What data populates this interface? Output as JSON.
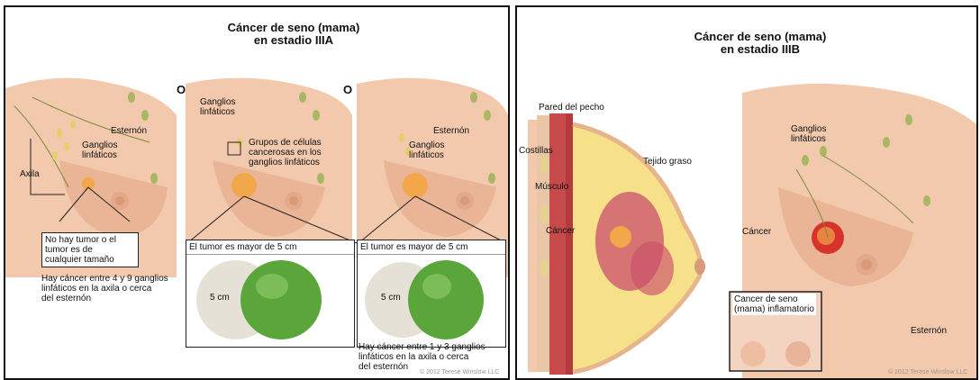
{
  "panel_a": {
    "title_line1": "Cáncer de seno (mama)",
    "title_line2": "en estadio IIIA",
    "or1": "O",
    "or2": "O",
    "fig1": {
      "esternon": "Esternón",
      "ganglios_line1": "Ganglios",
      "ganglios_line2": "linfáticos",
      "axila": "Axila",
      "tumor_box_line1": "No hay tumor o el",
      "tumor_box_line2": "tumor es de",
      "tumor_box_line3": "cualquier tamaño",
      "caption_line1": "Hay cáncer entre 4 y 9 ganglios",
      "caption_line2": "linfáticos en la axila o cerca",
      "caption_line3": "del esternón"
    },
    "fig2": {
      "ganglios_line1": "Ganglios",
      "ganglios_line2": "linfáticos",
      "grupos_line1": "Grupos de células",
      "grupos_line2": "cancerosas en los",
      "grupos_line3": "ganglios linfáticos",
      "box_title": "El tumor es mayor de 5 cm",
      "size_label": "5 cm"
    },
    "fig3": {
      "esternon": "Esternón",
      "ganglios_line1": "Ganglios",
      "ganglios_line2": "linfáticos",
      "box_title": "El tumor es mayor de 5 cm",
      "size_label": "5 cm",
      "caption_line1": "Hay cáncer entre 1 y 3 ganglios",
      "caption_line2": "linfáticos en la axila o cerca",
      "caption_line3": "del esternón"
    },
    "copyright": "© 2012 Terese Winslow LLC"
  },
  "panel_b": {
    "title_line1": "Cáncer de seno (mama)",
    "title_line2": "en estadio IIIB",
    "pared": "Pared del pecho",
    "costillas": "Costillas",
    "musculo": "Músculo",
    "cancer_left": "Cáncer",
    "tejido": "Tejido graso",
    "ganglios_line1": "Ganglios",
    "ganglios_line2": "linfáticos",
    "cancer_right": "Cáncer",
    "inflam_line1": "Cancer de seno",
    "inflam_line2": "(mama) inflamatorio",
    "esternon": "Esternón",
    "copyright": "© 2012 Terese Winslow LLC"
  },
  "colors": {
    "skin": "#f2c9ad",
    "skin_dark": "#e3a98a",
    "node": "#a9b765",
    "tumor": "#f1a74a",
    "cancer_red": "#d8332a",
    "lime": "#5aa63a",
    "circle": "#e6e1d6",
    "fat": "#f6e08a",
    "tissue": "#c9506a"
  }
}
